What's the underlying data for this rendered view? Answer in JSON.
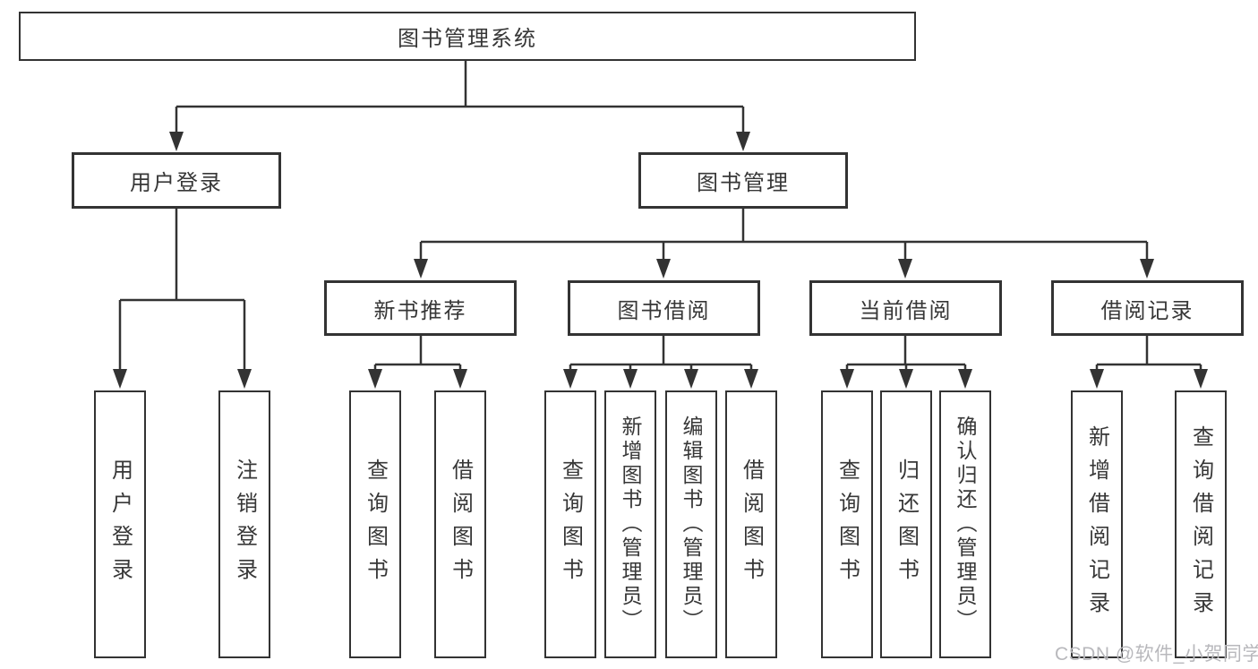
{
  "diagram": {
    "root": {
      "label": "图书管理系统"
    },
    "level2": [
      {
        "label": "用户登录"
      },
      {
        "label": "图书管理"
      }
    ],
    "level3": [
      {
        "label": "新书推荐"
      },
      {
        "label": "图书借阅"
      },
      {
        "label": "当前借阅"
      },
      {
        "label": "借阅记录"
      }
    ],
    "leaves": [
      {
        "label": "用户登录",
        "parent": "用户登录"
      },
      {
        "label": "注销登录",
        "parent": "用户登录"
      },
      {
        "label": "查询图书",
        "parent": "新书推荐"
      },
      {
        "label": "借阅图书",
        "parent": "新书推荐"
      },
      {
        "label": "查询图书",
        "parent": "图书借阅"
      },
      {
        "label": "新增图书（管理员）",
        "parent": "图书借阅"
      },
      {
        "label": "编辑图书（管理员）",
        "parent": "图书借阅"
      },
      {
        "label": "借阅图书",
        "parent": "图书借阅"
      },
      {
        "label": "查询图书",
        "parent": "当前借阅"
      },
      {
        "label": "归还图书",
        "parent": "当前借阅"
      },
      {
        "label": "确认归还（管理员）",
        "parent": "当前借阅"
      },
      {
        "label": "新增借阅记录",
        "parent": "借阅记录"
      },
      {
        "label": "查询借阅记录",
        "parent": "借阅记录"
      }
    ],
    "watermark": "CSDN @软件_小贺同学",
    "colors": {
      "line": "#333333",
      "box_border": "#333333",
      "text": "#373737",
      "watermark": "#b8b8bc",
      "background": "#ffffff"
    }
  }
}
